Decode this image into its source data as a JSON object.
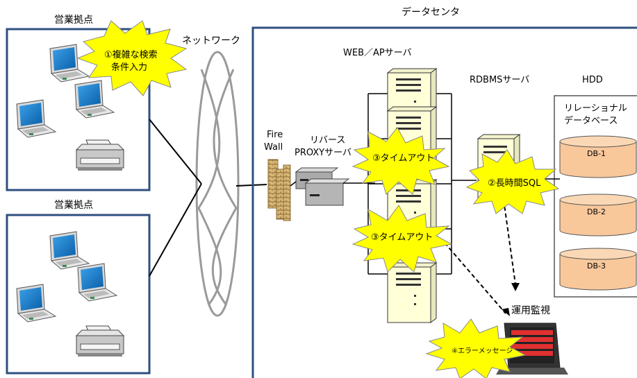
{
  "labels": {
    "branch_top": "営業拠点",
    "branch_bottom": "営業拠点",
    "network": "ネットワーク",
    "datacenter": "データセンタ",
    "web_ap": "WEB／APサーバ",
    "rdbms": "RDBMSサーバ",
    "hdd": "HDD",
    "relational_db_line1": "リレーショナル",
    "relational_db_line2": "データベース",
    "firewall_line1": "Fire",
    "firewall_line2": "Wall",
    "proxy_line1": "リバース",
    "proxy_line2": "PROXYサーバ",
    "monitoring": "運用監視",
    "db1": "DB-1",
    "db2": "DB-2",
    "db3": "DB-3"
  },
  "callouts": {
    "c1_line1": "①複雑な検索",
    "c1_line2": "条件入力",
    "c2": "②長時間SQL",
    "c3a": "③タイムアウト",
    "c3b": "③タイムアウト",
    "c4": "④エラーメッセージ"
  },
  "colors": {
    "frame": "#2f4f7f",
    "burst": "#ffff00",
    "db_fill": "#f8c79a",
    "server_fill": "#ffffd8"
  }
}
